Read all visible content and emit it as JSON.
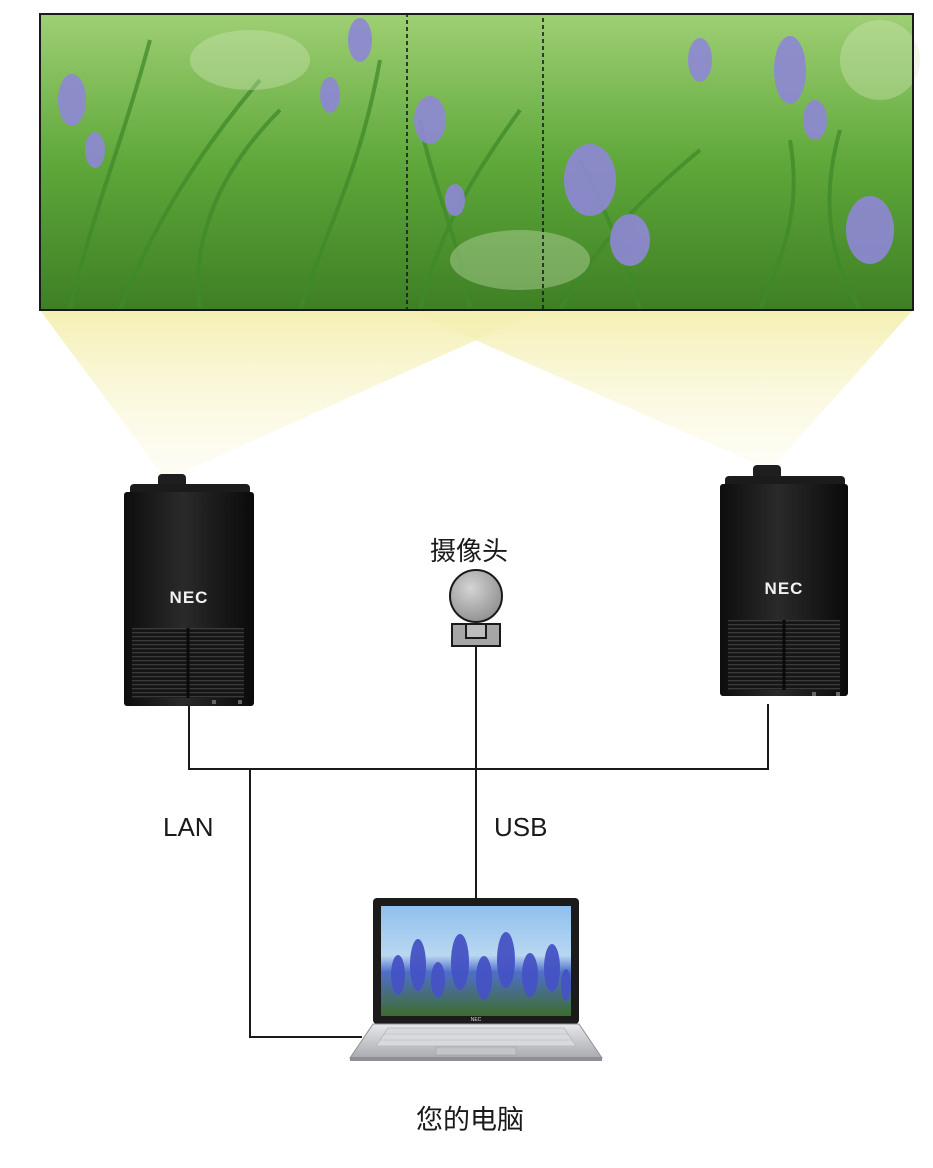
{
  "labels": {
    "camera": "摄像头",
    "lan": "LAN",
    "usb": "USB",
    "computer": "您的电脑"
  },
  "projector_brand": "NEC",
  "laptop_brand": "NEC",
  "colors": {
    "cable": "#1a1a1a",
    "projection_light": "#f7f3c0",
    "projector_body": "#141414",
    "camera_body": "#b3b3b3",
    "screen_border": "#1a1a1a",
    "laptop_silver": "#c9cbcf"
  },
  "icons": {
    "left_projector": "projector-icon",
    "right_projector": "projector-icon",
    "camera": "webcam-icon",
    "computer": "laptop-icon",
    "screen": "projection-screen-image"
  }
}
